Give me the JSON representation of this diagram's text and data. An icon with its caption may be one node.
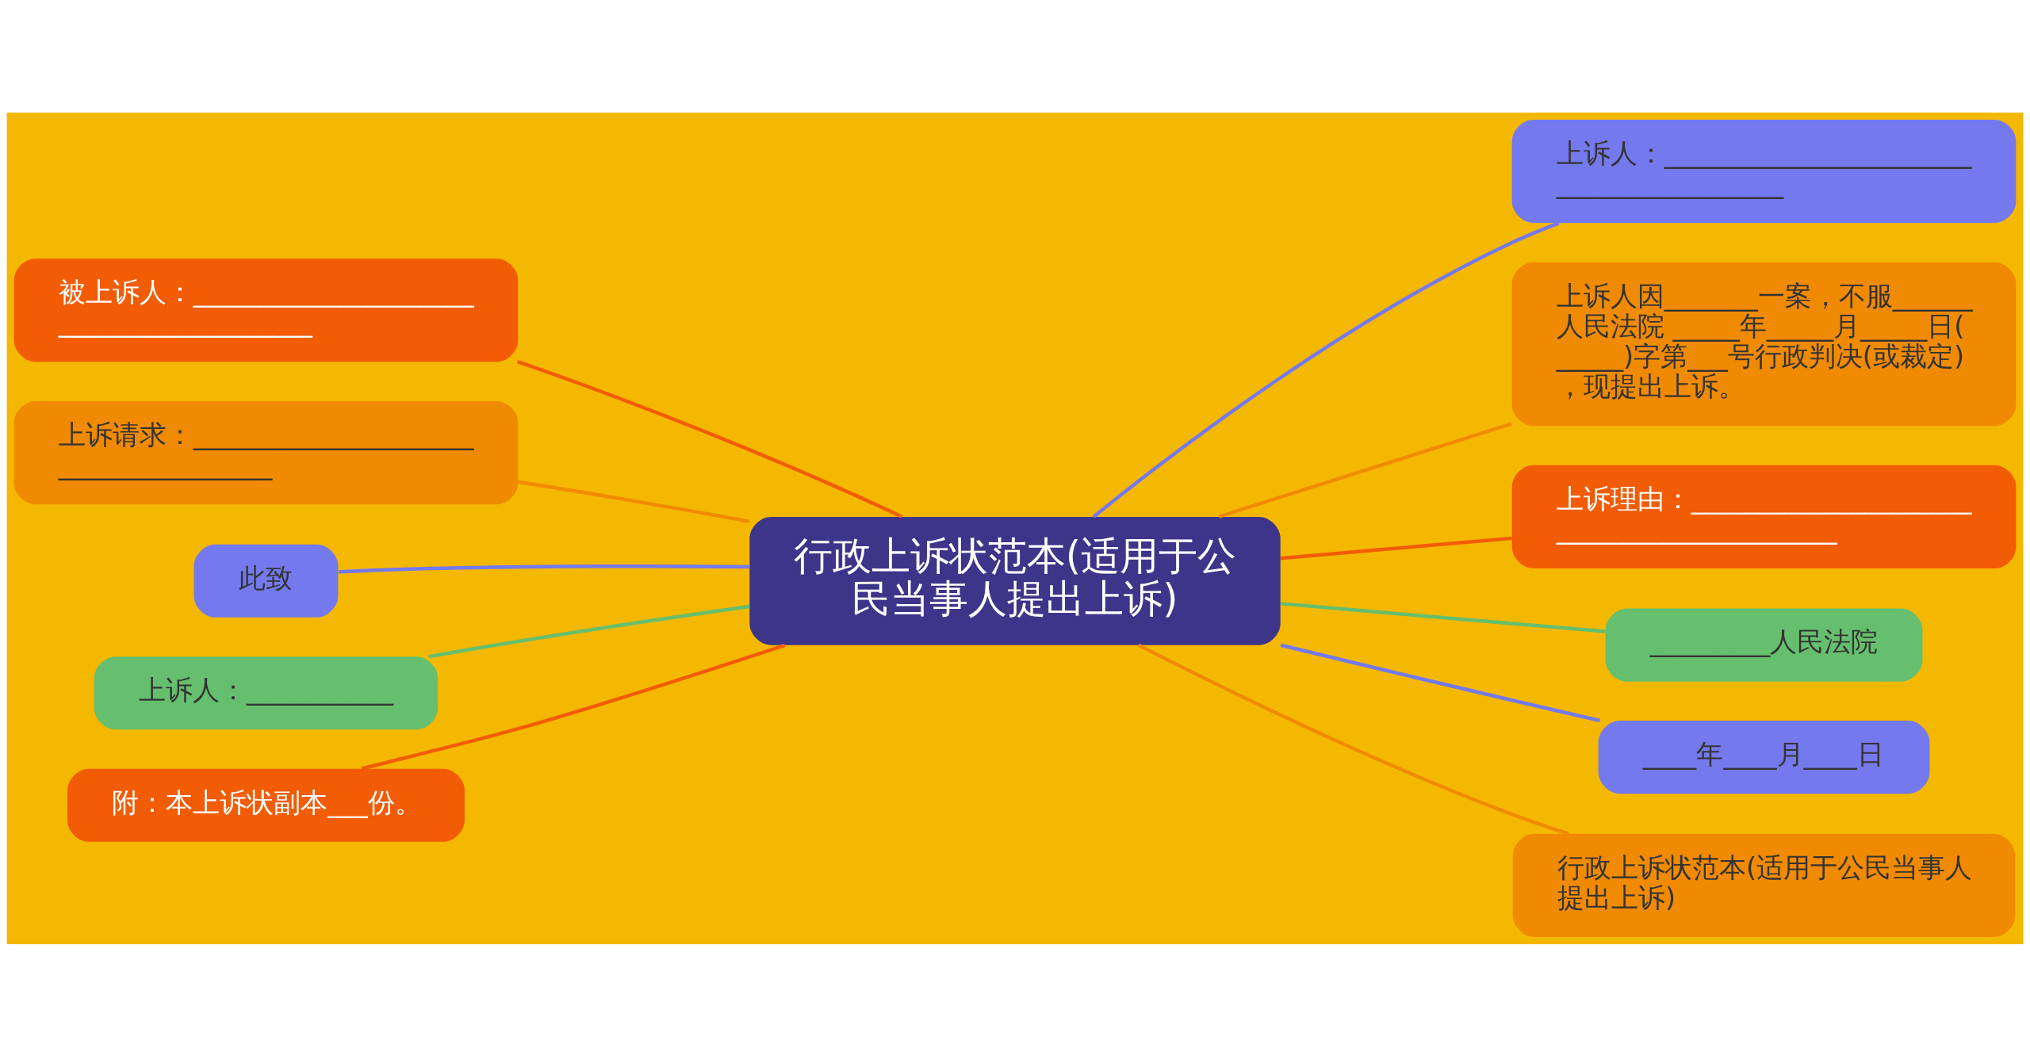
{
  "diagram": {
    "nodes": [
      {
        "text": [
          "行政上诉状范本(适用于公民当事人提出上诉)"
        ]
      },
      {
        "text": [
          "上诉人：________________________________________"
        ]
      },
      {
        "text": [
          "上诉人因_______一案，不服______人民法院 _____年_____月_____日(_____)字第___号行政判决(或裁定)，现提出上诉。"
        ]
      },
      {
        "text": [
          "上诉理由：__________________________________________"
        ]
      },
      {
        "text": [
          "_________人民法院"
        ]
      },
      {
        "text": [
          "____年____月____日"
        ]
      },
      {
        "text": [
          "行政上诉状范本(适用于公民当事人提出上诉)"
        ]
      },
      {
        "text": [
          "被上诉人：________________________________________"
        ]
      },
      {
        "text": [
          "上诉请求：_____________________________________"
        ]
      },
      {
        "text": [
          "此致"
        ]
      },
      {
        "text": [
          "上诉人：___________"
        ]
      },
      {
        "text": [
          "附：本上诉状副本___份。"
        ]
      }
    ],
    "edges": [
      {
        "from": 0,
        "to": 1,
        "arrow": "none",
        "color": "#7479ee"
      },
      {
        "from": 0,
        "to": 2,
        "arrow": "none",
        "color": "#f08a00"
      },
      {
        "from": 0,
        "to": 3,
        "arrow": "none",
        "color": "#f25c05"
      },
      {
        "from": 0,
        "to": 4,
        "arrow": "none",
        "color": "#66bf6e"
      },
      {
        "from": 0,
        "to": 5,
        "arrow": "none",
        "color": "#7479ee"
      },
      {
        "from": 0,
        "to": 6,
        "arrow": "none",
        "color": "#f08a00"
      },
      {
        "from": 0,
        "to": 7,
        "arrow": "none",
        "color": "#f25c05"
      },
      {
        "from": 0,
        "to": 8,
        "arrow": "none",
        "color": "#f08a00"
      },
      {
        "from": 0,
        "to": 9,
        "arrow": "none",
        "color": "#7479ee"
      },
      {
        "from": 0,
        "to": 10,
        "arrow": "none",
        "color": "#66bf6e"
      },
      {
        "from": 0,
        "to": 11,
        "arrow": "none",
        "color": "#f25c05"
      }
    ]
  }
}
